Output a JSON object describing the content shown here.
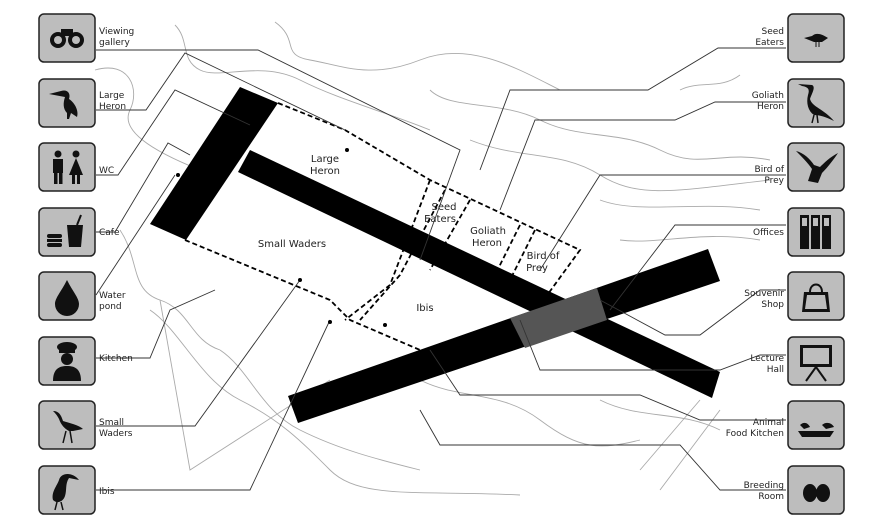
{
  "left_legend": [
    {
      "label_lines": [
        "Viewing",
        "gallery"
      ],
      "icon": "binoculars-icon"
    },
    {
      "label_lines": [
        "Large",
        "Heron"
      ],
      "icon": "heron-icon"
    },
    {
      "label_lines": [
        "WC"
      ],
      "icon": "toilet-icon"
    },
    {
      "label_lines": [
        "Cafe"
      ],
      "icon": "food-drink-icon"
    },
    {
      "label_lines": [
        "Water",
        "pond"
      ],
      "icon": "water-drop-icon"
    },
    {
      "label_lines": [
        "Kitchen"
      ],
      "icon": "chef-icon"
    },
    {
      "label_lines": [
        "Small",
        "Waders"
      ],
      "icon": "wader-bird-icon"
    },
    {
      "label_lines": [
        "Ibis"
      ],
      "icon": "ibis-icon"
    }
  ],
  "right_legend": [
    {
      "label_lines": [
        "Seed",
        "Eaters"
      ],
      "icon": "small-bird-icon"
    },
    {
      "label_lines": [
        "Goliath",
        "Heron"
      ],
      "icon": "goliath-heron-icon"
    },
    {
      "label_lines": [
        "Bird of",
        "Prey"
      ],
      "icon": "eagle-icon"
    },
    {
      "label_lines": [
        "Offices"
      ],
      "icon": "binders-icon"
    },
    {
      "label_lines": [
        "Souvenir",
        "Shop"
      ],
      "icon": "shopping-bag-icon"
    },
    {
      "label_lines": [
        "Lecture",
        "Hall"
      ],
      "icon": "presentation-board-icon"
    },
    {
      "label_lines": [
        "Animal",
        "Food Kitchen"
      ],
      "icon": "feeding-tray-icon"
    },
    {
      "label_lines": [
        "Breeding",
        "Room"
      ],
      "icon": "eggs-icon"
    }
  ],
  "zones": {
    "large_heron": [
      "Large",
      "Heron"
    ],
    "seed_eaters": [
      "Seed",
      "Eaters"
    ],
    "goliath_heron": [
      "Goliath",
      "Heron"
    ],
    "bird_of_prey": [
      "Bird of",
      "Prey"
    ],
    "small_waders": [
      "Small Waders"
    ],
    "ibis": [
      "Ibis"
    ]
  }
}
